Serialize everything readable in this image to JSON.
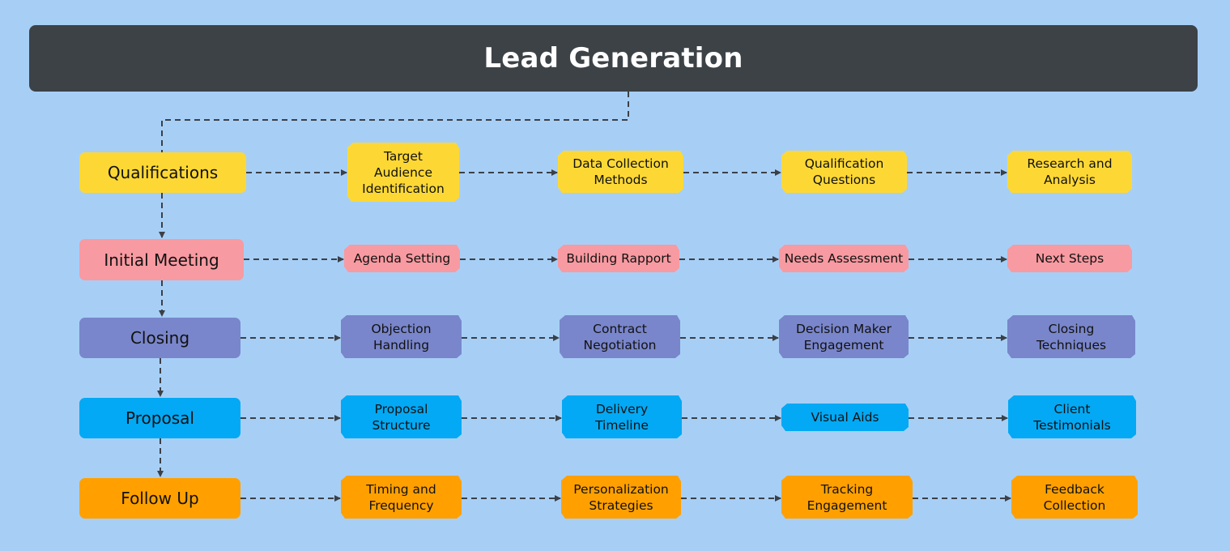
{
  "title": "Lead Generation",
  "colors": {
    "background": "#a7cff6",
    "header": "#3c4246",
    "connector": "#3b4047"
  },
  "rows": [
    {
      "stage": "Qualifications",
      "color": "#fdd835",
      "steps": [
        "Target\nAudience\nIdentification",
        "Data Collection\nMethods",
        "Qualification\nQuestions",
        "Research and\nAnalysis"
      ]
    },
    {
      "stage": "Initial Meeting",
      "color": "#f89aa1",
      "steps": [
        "Agenda Setting",
        "Building Rapport",
        "Needs Assessment",
        "Next Steps"
      ]
    },
    {
      "stage": "Closing",
      "color": "#7986cb",
      "steps": [
        "Objection\nHandling",
        "Contract\nNegotiation",
        "Decision Maker\nEngagement",
        "Closing\nTechniques"
      ]
    },
    {
      "stage": "Proposal",
      "color": "#03a9f4",
      "steps": [
        "Proposal\nStructure",
        "Delivery\nTimeline",
        "Visual Aids",
        "Client\nTestimonials"
      ]
    },
    {
      "stage": "Follow Up",
      "color": "#ffa000",
      "steps": [
        "Timing and\nFrequency",
        "Personalization\nStrategies",
        "Tracking\nEngagement",
        "Feedback\nCollection"
      ]
    }
  ]
}
